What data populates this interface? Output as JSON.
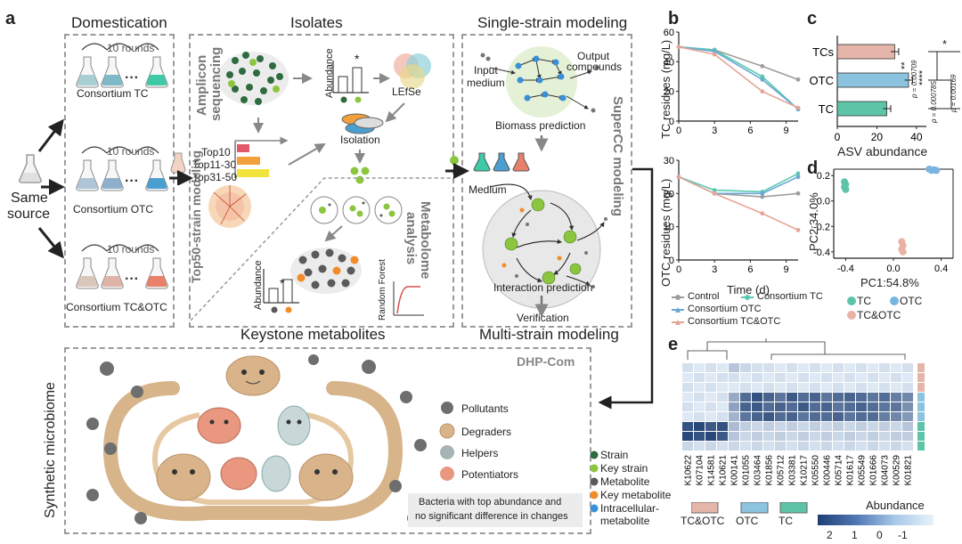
{
  "panel_a": {
    "letter": "a",
    "domestication": "Domestication",
    "isolates": "Isolates",
    "single_strain": "Single-strain modeling",
    "same_source_1": "Same",
    "same_source_2": "source",
    "rounds": "10 rounds",
    "consortium_tc": "Consortium TC",
    "consortium_otc": "Consortium OTC",
    "consortium_tcotc": "Consortium TC&OTC",
    "amplicon_1": "Amplicon",
    "amplicon_2": "sequencing",
    "abundance": "Abundance",
    "lefse": "LEfSe",
    "isolation": "Isolation",
    "top10": "Top10",
    "top11_30": "Top11-30",
    "top31_50": "Top31-50",
    "top50_modeling": "Top50-strain modeling",
    "metabolome_1": "Metabolome",
    "metabolome_2": "analysis",
    "random_forest": "Random Forest",
    "keystone": "Keystone metabolites",
    "input_medium_1": "Input",
    "input_medium_2": "medium",
    "output_1": "Output",
    "output_2": "compounds",
    "biomass_pred": "Biomass prediction",
    "medium": "Medium",
    "interaction_pred": "Interaction prediction",
    "verification": "Verification",
    "multi_strain": "Multi-strain modeling",
    "supercc": "SuperCC modeling",
    "dhp_com": "DHP-Com",
    "synthetic": "Synthetic microbiome",
    "legend_pollutants": "Pollutants",
    "legend_degraders": "Degraders",
    "legend_helpers": "Helpers",
    "legend_potentiators": "Potentiators",
    "bacteria_note_1": "Bacteria with top abundance and",
    "bacteria_note_2": "no significant difference in changes",
    "dot_strain": "Strain",
    "dot_key_strain": "Key strain",
    "dot_metabolite": "Metabolite",
    "dot_key_metabolite": "Key metabolite",
    "dot_intracellular_1": "Intracellular-",
    "dot_intracellular_2": "metabolite",
    "star": "*",
    "colors": {
      "strain": "#2e6b3f",
      "key_strain": "#8cc63f",
      "metabolite": "#5a5a5a",
      "key_metabolite": "#f28c28",
      "intracellular": "#3a8fd6",
      "flask_tc": "#3ec9a7",
      "flask_otc": "#4a9fd0",
      "flask_tcotc": "#e8806a"
    }
  },
  "panel_b": {
    "letter": "b",
    "ylabel_top": "TC residues (mg/L)",
    "ylabel_bottom": "OTC residues (mg/L)",
    "xlabel": "Time (d)",
    "legend": [
      "Control",
      "Consortium TC",
      "Consortium OTC",
      "Consortium TC&OTC"
    ]
  },
  "panel_c": {
    "letter": "c",
    "xlabel": "ASV abundance",
    "p1": "p = 0.00709",
    "p2": "p = 0.000785",
    "p3": "p = 0.00169",
    "stars_1": "*",
    "stars_2": "****",
    "stars_3": "**"
  },
  "panel_d": {
    "letter": "d",
    "xlabel": "PC1:54.8%",
    "ylabel": "PC2:34.0%",
    "legend": [
      "TC",
      "OTC",
      "TC&OTC"
    ]
  },
  "panel_e": {
    "letter": "e",
    "columns": [
      "K10622",
      "K07104",
      "K14581",
      "K10621",
      "K00141",
      "K01055",
      "K03464",
      "K01856",
      "K05712",
      "K03381",
      "K10217",
      "K05550",
      "K00446",
      "K05714",
      "K01617",
      "K05549",
      "K01666",
      "K04073",
      "K00529",
      "K01821"
    ],
    "legend_groups": [
      "TC&OTC",
      "OTC",
      "TC"
    ],
    "abundance_label": "Abundance",
    "scale_ticks": [
      "2",
      "1",
      "0",
      "-1"
    ]
  },
  "chart_data": [
    {
      "type": "line",
      "title": "",
      "xlabel": "Time (d)",
      "ylabel": "TC residues (mg/L)",
      "xlim": [
        0,
        10
      ],
      "ylim": [
        0,
        60
      ],
      "x": [
        0,
        3,
        7,
        10
      ],
      "series": [
        {
          "name": "Control",
          "values": [
            50,
            48,
            37,
            28
          ],
          "color": "#9e9e9e"
        },
        {
          "name": "Consortium TC",
          "values": [
            50,
            48,
            30,
            8
          ],
          "color": "#59c9b0"
        },
        {
          "name": "Consortium OTC",
          "values": [
            50,
            47,
            28,
            8
          ],
          "color": "#6aa9d4"
        },
        {
          "name": "Consortium TC&OTC",
          "values": [
            50,
            45,
            20,
            9
          ],
          "color": "#e5a598"
        }
      ]
    },
    {
      "type": "line",
      "title": "",
      "xlabel": "Time (d)",
      "ylabel": "OTC residues (mg/L)",
      "xlim": [
        0,
        10
      ],
      "ylim": [
        0,
        30
      ],
      "x": [
        0,
        3,
        7,
        10
      ],
      "series": [
        {
          "name": "Control",
          "values": [
            25,
            20,
            19,
            20
          ],
          "color": "#9e9e9e"
        },
        {
          "name": "Consortium TC",
          "values": [
            25,
            21,
            20.5,
            26
          ],
          "color": "#59c9b0"
        },
        {
          "name": "Consortium OTC",
          "values": [
            25,
            20,
            20,
            25
          ],
          "color": "#6aa9d4"
        },
        {
          "name": "Consortium TC&OTC",
          "values": [
            25,
            20,
            14,
            9
          ],
          "color": "#e5a598"
        }
      ]
    },
    {
      "type": "bar",
      "orientation": "horizontal",
      "xlabel": "ASV abundance",
      "categories": [
        "TCs",
        "OTC",
        "TC"
      ],
      "values": [
        29,
        36,
        25
      ],
      "errors": [
        2,
        2,
        2
      ],
      "colors": [
        "#e4b5a8",
        "#8cc3df",
        "#5ec4a8"
      ],
      "xlim": [
        0,
        45
      ],
      "xticks": [
        0,
        20,
        40
      ]
    },
    {
      "type": "scatter",
      "xlabel": "PC1:54.8%",
      "ylabel": "PC2:34.0%",
      "xlim": [
        -0.5,
        0.5
      ],
      "ylim": [
        -0.45,
        0.25
      ],
      "xticks": [
        -0.4,
        0.0,
        0.4
      ],
      "yticks": [
        0.2,
        0.0,
        -0.2,
        -0.4
      ],
      "series": [
        {
          "name": "TC",
          "color": "#5ec4a8",
          "points": [
            [
              -0.41,
              0.15
            ],
            [
              -0.4,
              0.13
            ],
            [
              -0.41,
              0.11
            ],
            [
              -0.4,
              0.09
            ]
          ]
        },
        {
          "name": "OTC",
          "color": "#79b6df",
          "points": [
            [
              0.3,
              0.25
            ],
            [
              0.32,
              0.24
            ],
            [
              0.34,
              0.245
            ],
            [
              0.36,
              0.24
            ]
          ]
        },
        {
          "name": "TC&OTC",
          "color": "#eab2a5",
          "points": [
            [
              0.07,
              -0.32
            ],
            [
              0.08,
              -0.35
            ],
            [
              0.07,
              -0.38
            ],
            [
              0.08,
              -0.4
            ]
          ]
        }
      ]
    },
    {
      "type": "heatmap",
      "columns": [
        "K10622",
        "K07104",
        "K14581",
        "K10621",
        "K00141",
        "K01055",
        "K03464",
        "K01856",
        "K05712",
        "K03381",
        "K10217",
        "K05550",
        "K00446",
        "K05714",
        "K01617",
        "K05549",
        "K01666",
        "K04073",
        "K00529",
        "K01821"
      ],
      "row_groups": [
        "TC&OTC",
        "TC&OTC",
        "TC&OTC",
        "OTC",
        "OTC",
        "OTC",
        "TC",
        "TC",
        "TC"
      ],
      "values": [
        [
          0.2,
          0.1,
          0.2,
          0.1,
          0.5,
          0.3,
          0.2,
          0.2,
          0.1,
          0.2,
          0.1,
          0.2,
          0.1,
          0.2,
          0.1,
          0.2,
          0.1,
          0.2,
          0.1,
          0.2
        ],
        [
          0.1,
          0.2,
          0.1,
          0.2,
          0.2,
          0.1,
          0.2,
          0.1,
          0.2,
          0.1,
          0.2,
          0.1,
          0.2,
          0.1,
          0.2,
          0.1,
          0.2,
          0.1,
          0.2,
          0.1
        ],
        [
          0.2,
          0.1,
          0.2,
          0.1,
          0.1,
          0.2,
          0.1,
          0.2,
          0.1,
          0.2,
          0.1,
          0.2,
          0.1,
          0.2,
          0.1,
          0.2,
          0.1,
          0.2,
          0.1,
          0.2
        ],
        [
          0.1,
          0.2,
          0.1,
          0.2,
          0.8,
          1.5,
          1.8,
          1.6,
          1.4,
          1.7,
          1.5,
          1.6,
          1.4,
          1.5,
          1.6,
          1.5,
          1.4,
          1.5,
          1.3,
          1.2
        ],
        [
          0.2,
          0.1,
          0.2,
          0.1,
          0.9,
          1.6,
          1.7,
          1.5,
          1.6,
          1.5,
          1.7,
          1.5,
          1.6,
          1.4,
          1.5,
          1.6,
          1.5,
          1.4,
          1.4,
          1.1
        ],
        [
          0.1,
          0.2,
          0.1,
          0.2,
          0.7,
          1.4,
          1.6,
          1.7,
          1.5,
          1.6,
          1.4,
          1.5,
          1.5,
          1.6,
          1.4,
          1.5,
          1.5,
          1.3,
          1.2,
          1.0
        ],
        [
          1.8,
          1.9,
          1.7,
          1.8,
          0.6,
          0.4,
          0.3,
          0.4,
          0.3,
          0.4,
          0.3,
          0.4,
          0.3,
          0.4,
          0.3,
          0.4,
          0.3,
          0.4,
          0.3,
          0.5
        ],
        [
          1.9,
          1.8,
          1.9,
          1.7,
          0.5,
          0.3,
          0.4,
          0.3,
          0.4,
          0.3,
          0.4,
          0.3,
          0.4,
          0.3,
          0.4,
          0.3,
          0.4,
          0.3,
          0.4,
          0.4
        ],
        [
          0.3,
          0.2,
          0.3,
          0.2,
          0.3,
          0.2,
          0.3,
          0.2,
          0.3,
          0.2,
          0.3,
          0.2,
          0.3,
          0.2,
          0.3,
          0.2,
          0.3,
          0.2,
          0.3,
          0.2
        ]
      ]
    }
  ]
}
